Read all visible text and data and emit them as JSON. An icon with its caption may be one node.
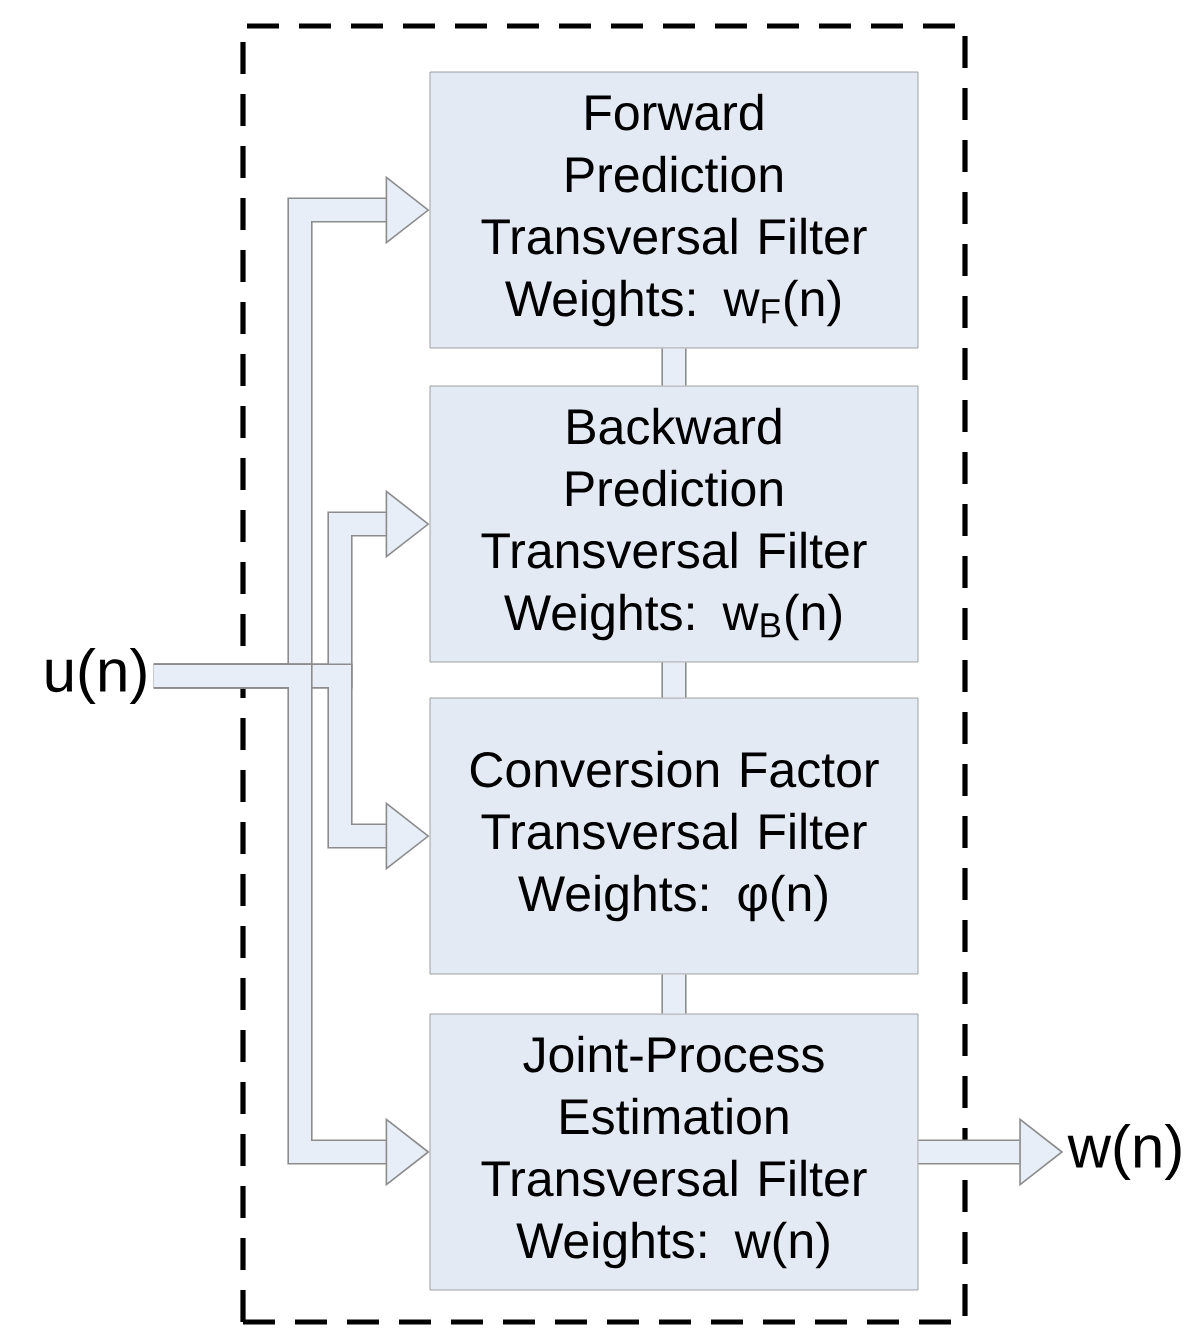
{
  "diagram": {
    "nodes": [
      {
        "text": [],
        "shape": "box"
      },
      {
        "text": [
          "Forward Prediction Transversal Filter Weights: w$_{F}$(n)"
        ],
        "in": 0
      },
      {
        "text": [
          "Backward Prediction Transversal Filter Weights: w$_{B}$(n)"
        ],
        "in": 0
      },
      {
        "text": [
          "Conversion Factor Transversal Filter Weights: φ(n)"
        ],
        "in": 0
      },
      {
        "text": [
          "Joint-Process Estimation Transversal Filter Weights: w(n)"
        ],
        "in": 0
      },
      {
        "text": [
          "u(n)"
        ]
      },
      {
        "text": [
          "w(n)"
        ]
      }
    ],
    "edges": [
      {
        "from": 5,
        "to": 1,
        "arrow": "to"
      },
      {
        "from": 5,
        "to": 2,
        "arrow": "to"
      },
      {
        "from": 5,
        "to": 3,
        "arrow": "to"
      },
      {
        "from": 5,
        "to": 4,
        "arrow": "to"
      },
      {
        "from": 1,
        "to": 2,
        "arrow": "none"
      },
      {
        "from": 2,
        "to": 3,
        "arrow": "none"
      },
      {
        "from": 3,
        "to": 4,
        "arrow": "none"
      },
      {
        "from": 4,
        "to": 6,
        "arrow": "to"
      }
    ]
  }
}
